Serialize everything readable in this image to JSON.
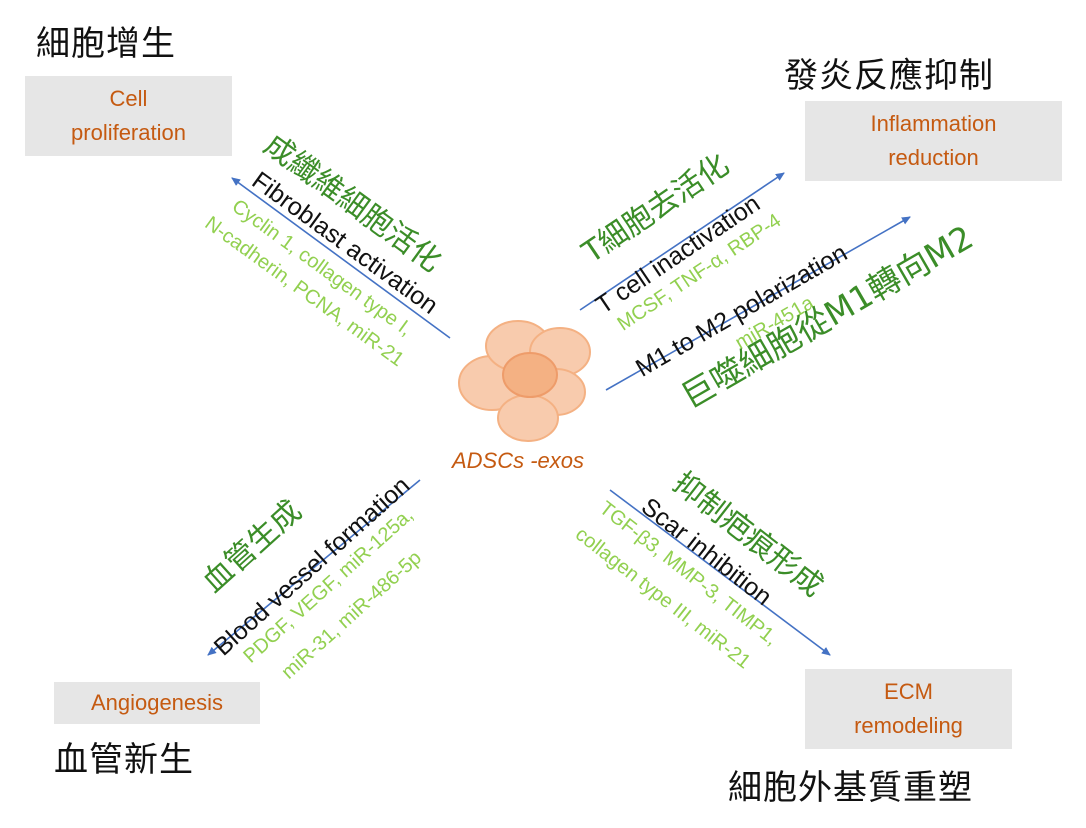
{
  "center": {
    "label": "ADSCs -exos"
  },
  "colors": {
    "box_text": "#c55a11",
    "box_fill": "#e6e6e6",
    "arrow": "#4472c4",
    "mechanism_cn": "#3b8d28",
    "molecules": "#92d050",
    "cell": "#f4b183"
  },
  "top_left": {
    "title_cn": "細胞增生",
    "box_line1": "Cell",
    "box_line2": "proliferation",
    "mechanism_cn": "成纖維細胞活化",
    "mechanism_en": "Fibroblast activation",
    "molecules_line1": "Cyclin 1, collagen type I,",
    "molecules_line2": "N-cadherin, PCNA, miR-21"
  },
  "top_right": {
    "title_cn": "發炎反應抑制",
    "box_line1": "Inflammation",
    "box_line2": "reduction",
    "t_cell_cn": "T細胞去活化",
    "t_cell_en": "T cell inactivation",
    "t_cell_molecules": "MCSF, TNF-α, RBP-4",
    "macrophage_en": "M1 to M2 polarization",
    "macrophage_molecules": "miR-451a",
    "macrophage_cn": "巨噬細胞從M1轉向M2"
  },
  "bottom_left": {
    "title_cn": "血管新生",
    "box_label": "Angiogenesis",
    "mechanism_cn": "血管生成",
    "mechanism_en": "Blood vessel formation",
    "molecules_line1": "PDGF, VEGF, miR-125a,",
    "molecules_line2": "miR-31, miR-486-5p"
  },
  "bottom_right": {
    "title_cn": "細胞外基質重塑",
    "box_line1": "ECM",
    "box_line2": "remodeling",
    "mechanism_cn": "抑制疤痕形成",
    "mechanism_en": "Scar inhibition",
    "molecules_line1": "TGF-β3, MMP-3, TIMP1,",
    "molecules_line2": "collagen type III, miR-21"
  }
}
